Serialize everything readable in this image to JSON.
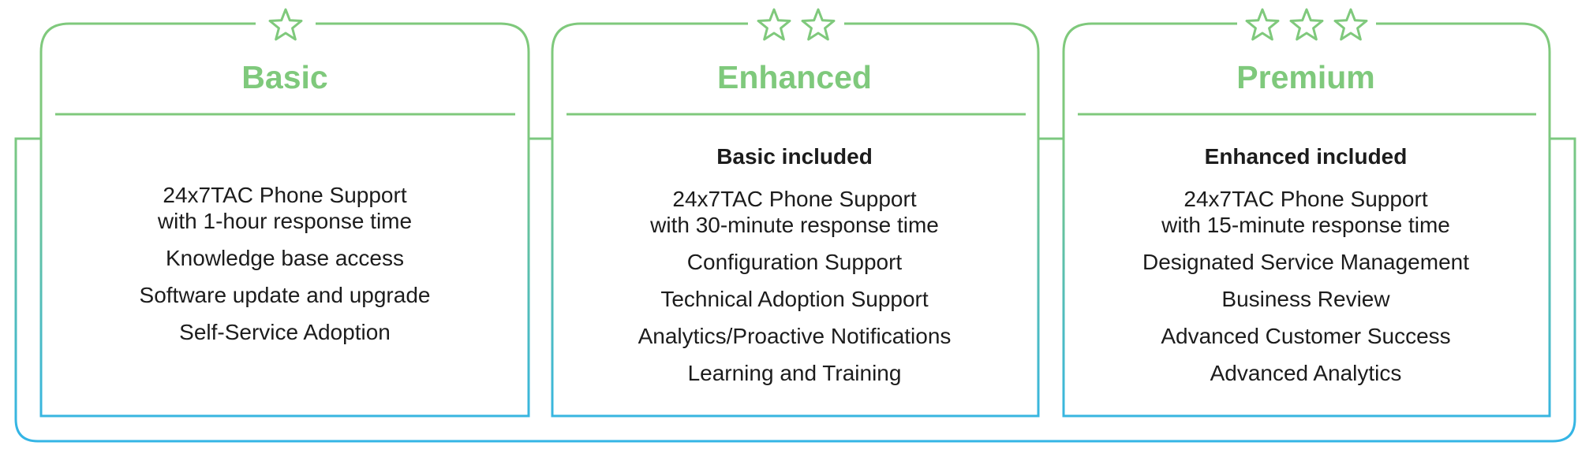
{
  "colors": {
    "tier_green": "#7fc97c",
    "frame_blue": "#34b5e5",
    "text_dark": "#1c1c1c"
  },
  "tiers": [
    {
      "title": "Basic",
      "stars": 1,
      "included_label": "",
      "features": [
        "24x7TAC Phone Support\nwith 1-hour response time",
        "Knowledge base access",
        "Software update and upgrade",
        "Self-Service Adoption"
      ]
    },
    {
      "title": "Enhanced",
      "stars": 2,
      "included_label": "Basic included",
      "features": [
        "24x7TAC Phone Support\nwith 30-minute response time",
        "Configuration Support",
        "Technical Adoption Support",
        "Analytics/Proactive Notifications",
        "Learning and Training"
      ]
    },
    {
      "title": "Premium",
      "stars": 3,
      "included_label": "Enhanced included",
      "features": [
        "24x7TAC Phone Support\nwith 15-minute response time",
        "Designated Service Management",
        "Business Review",
        "Advanced Customer Success",
        "Advanced Analytics"
      ]
    }
  ]
}
